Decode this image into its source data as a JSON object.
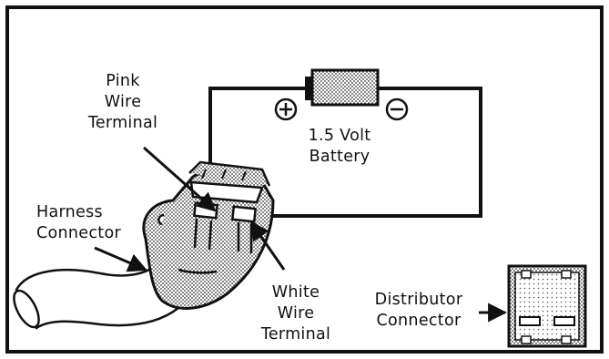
{
  "colors": {
    "ink": "#111111",
    "paper": "#ffffff",
    "stipple": "#9a9a9a"
  },
  "labels": {
    "pink_terminal": [
      "Pink",
      "Wire",
      "Terminal"
    ],
    "harness_connector": [
      "Harness",
      "Connector"
    ],
    "white_terminal": [
      "White",
      "Wire",
      "Terminal"
    ],
    "distributor_connector": [
      "Distributor",
      "Connector"
    ],
    "battery": [
      "1.5 Volt",
      "Battery"
    ],
    "positive_sign": "+",
    "negative_sign": "−"
  },
  "icons": [
    "battery-icon",
    "harness-connector-icon",
    "distributor-connector-icon",
    "plus-icon",
    "minus-icon"
  ]
}
